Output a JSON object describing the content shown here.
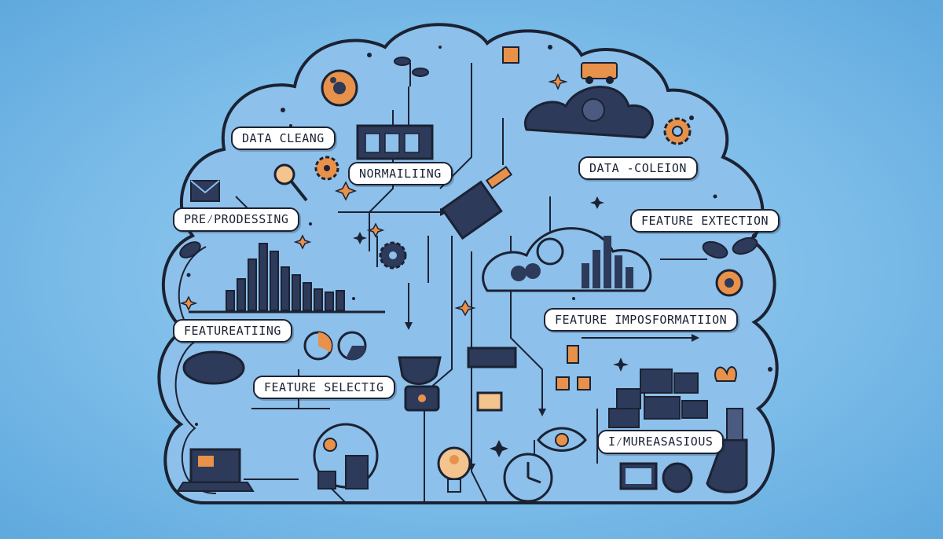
{
  "labels": {
    "data_cleang": "DATA  CLEANG",
    "normailiing": "NORMAILIING",
    "data_coleion": "DATA -COLEION",
    "preprodessing": "PRE⁄PRODESSING",
    "feature_extection": "FEATURE EXTECTION",
    "feature_impos": "FEATURE IMPOSFORMATIION",
    "featureatiing": "FEATUREATIING",
    "feature_selectig": "FEATURE SELECTIG",
    "dmureasasious": "I⁄MUREASASIOUS"
  },
  "colors": {
    "background": "#7dbde9",
    "cloud_fill": "#8fc2ec",
    "outline": "#1b2233",
    "accent_orange": "#e8914a",
    "dark_navy": "#2d3a5a"
  },
  "icons": [
    "gear-icon",
    "moon-icon",
    "plant-icon",
    "puzzle-icon",
    "truck-icon",
    "storm-cloud-icon",
    "server-rack-icon",
    "magnifier-icon",
    "envelope-icon",
    "bar-chart-icon",
    "pie-chart-icon",
    "satellite-icon",
    "laptop-icon",
    "lightbulb-icon",
    "clock-icon",
    "eye-icon",
    "robot-arm-icon",
    "monitor-icon"
  ]
}
